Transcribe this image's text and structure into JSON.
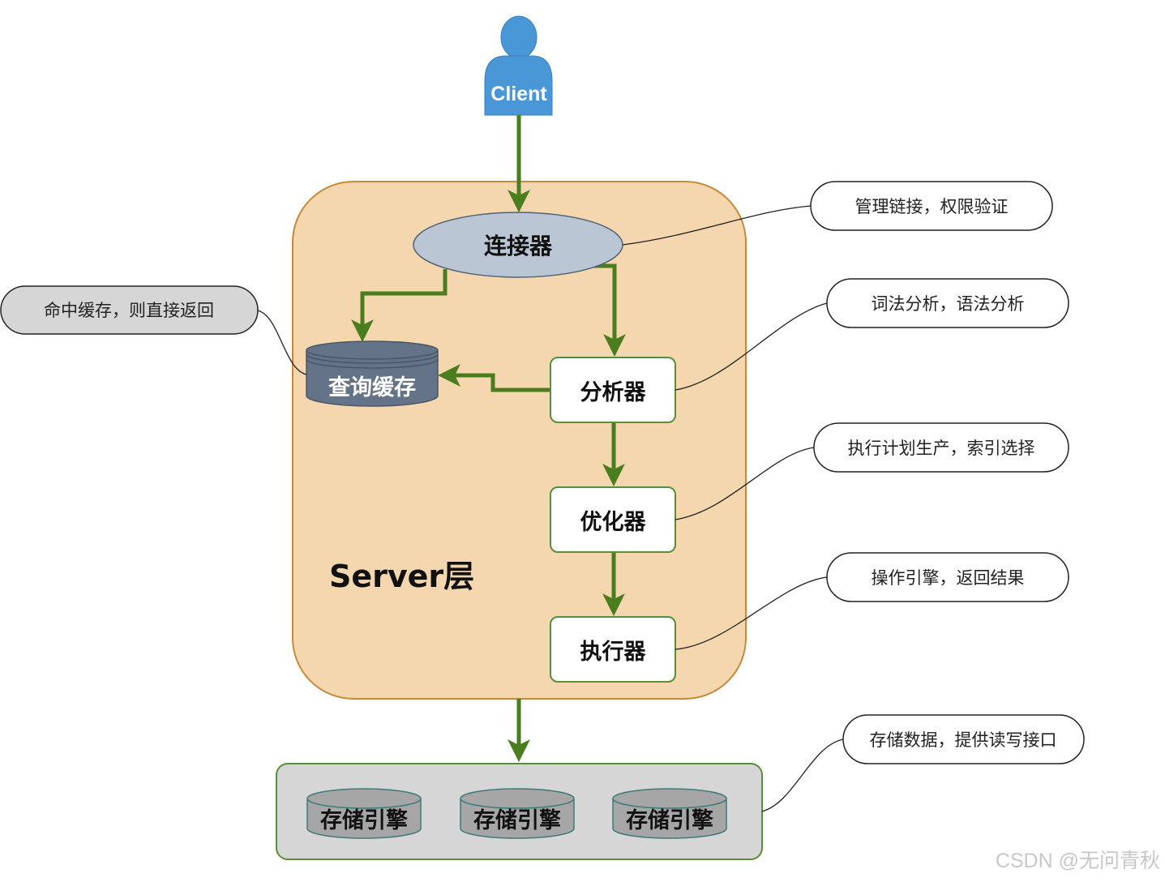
{
  "diagram": {
    "title": "MySQL architecture",
    "client": {
      "label": "Client",
      "color": "#4a97d8"
    },
    "server_layer": {
      "label": "Server层",
      "fill": "#f4d7ae",
      "stroke": "#c8893a"
    },
    "nodes": {
      "connector": {
        "label": "连接器"
      },
      "query_cache": {
        "label": "查询缓存"
      },
      "analyzer": {
        "label": "分析器"
      },
      "optimizer": {
        "label": "优化器"
      },
      "executor": {
        "label": "执行器"
      }
    },
    "storage_layer": {
      "engines": [
        {
          "label": "存储引擎"
        },
        {
          "label": "存储引擎"
        },
        {
          "label": "存储引擎"
        }
      ]
    },
    "notes": {
      "connector": "管理链接，权限验证",
      "query_cache": "命中缓存，则直接返回",
      "analyzer": "词法分析，语法分析",
      "optimizer": "执行计划生产，索引选择",
      "executor": "操作引擎，返回结果",
      "storage": "存储数据，提供读写接口"
    },
    "colors": {
      "arrow": "#4a7d1e",
      "box_border": "#5a8f3a",
      "cache_fill": "#647387",
      "ellipse_fill": "#bac6d3",
      "engine_fill": "#a6a6a6",
      "storage_fill": "#d6d6d6"
    }
  },
  "watermark": "CSDN @无问青秋"
}
